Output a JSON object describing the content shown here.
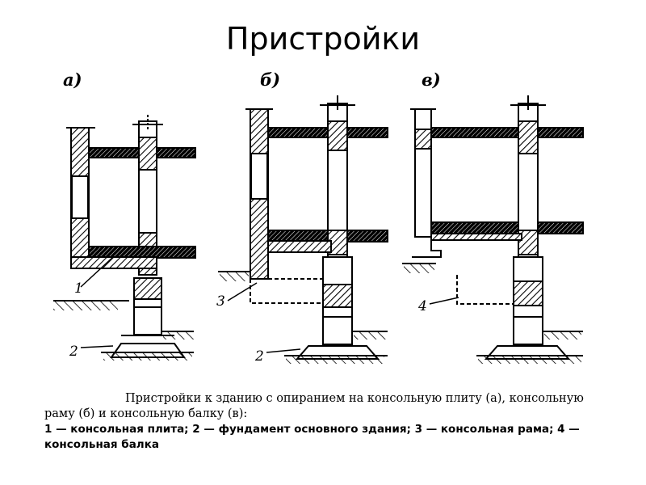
{
  "title": "Пристройки",
  "panels": [
    {
      "letter": "а)"
    },
    {
      "letter": "б)"
    },
    {
      "letter": "в)"
    }
  ],
  "callouts": {
    "a1": "1",
    "a2": "2",
    "b3": "3",
    "b2": "2",
    "c4": "4"
  },
  "caption": {
    "line1": "Пристройки к зданию с опиранием на консольную плиту (а), консольную раму (б) и консольную балку (в):",
    "line2": "1 — консольная плита; 2 — фундамент основного здания; 3 — консольная рама; 4 — консольная балка"
  }
}
